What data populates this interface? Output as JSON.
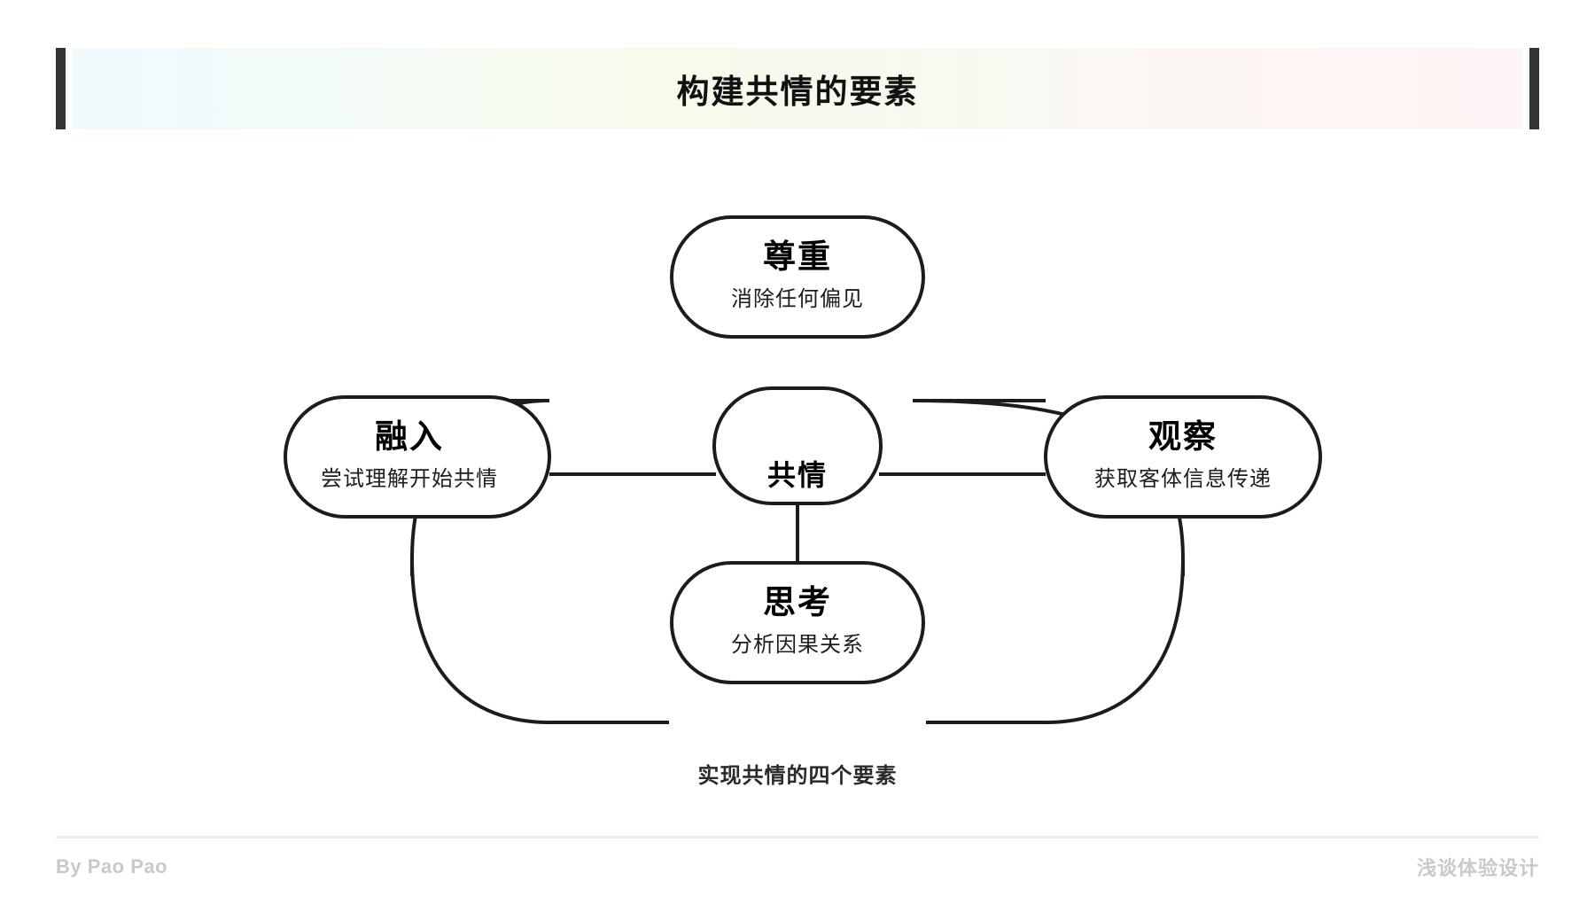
{
  "header": {
    "title": "构建共情的要素",
    "accent_bar_color": "#333333",
    "gradient_from": "#f0fafd",
    "gradient_mid": "#f7fbeb",
    "gradient_to": "#fdf5f5"
  },
  "diagram": {
    "center": {
      "title": "共情",
      "subtitle": ""
    },
    "nodes": [
      {
        "id": "top",
        "title": "尊重",
        "subtitle": "消除任何偏见"
      },
      {
        "id": "left",
        "title": "融入",
        "subtitle": "尝试理解开始共情"
      },
      {
        "id": "right",
        "title": "观察",
        "subtitle": "获取客体信息传递"
      },
      {
        "id": "bottom",
        "title": "思考",
        "subtitle": "分析因果关系"
      }
    ],
    "stroke_color": "#1c1c1c",
    "fill_color": "#ffffff"
  },
  "caption": "实现共情的四个要素",
  "footer": {
    "left": "By Pao Pao",
    "right": "浅谈体验设计",
    "text_color": "#c9c9c9",
    "divider_color": "#ededed"
  }
}
